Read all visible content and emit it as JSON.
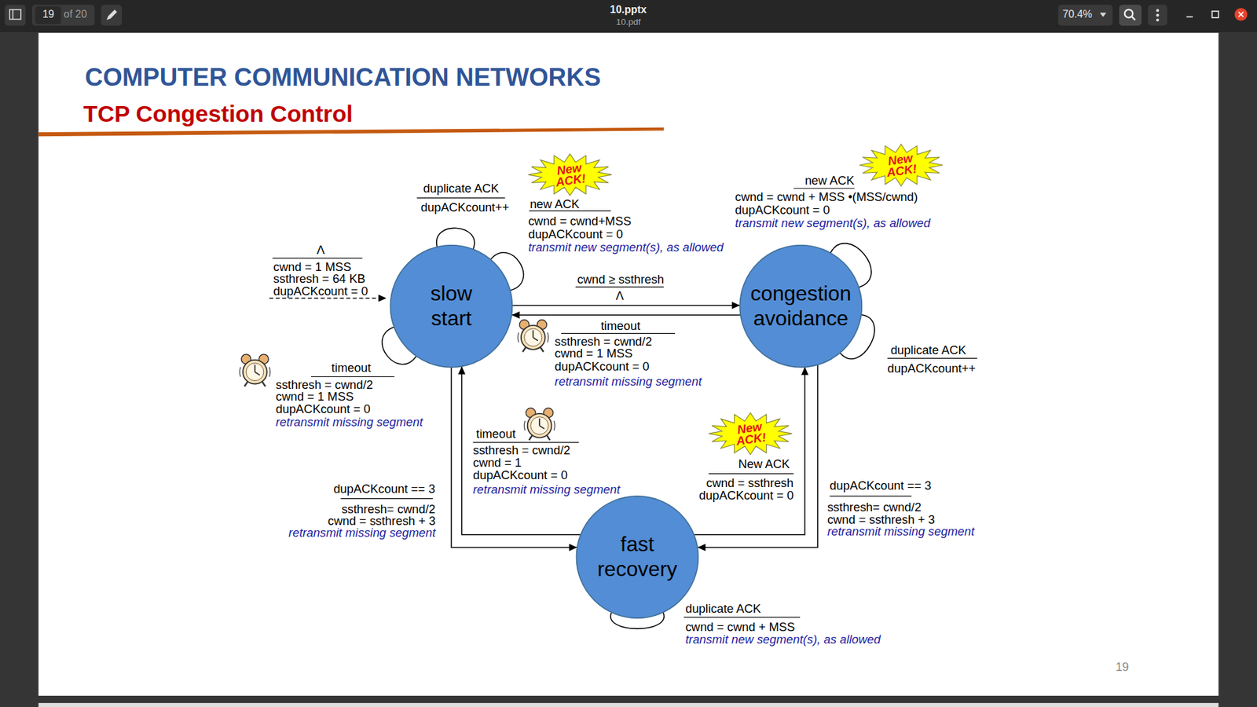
{
  "diagram": {
    "title": "COMPUTER COMMUNICATION NETWORKS",
    "nodes": [
      {
        "text": [
          "slow start"
        ]
      },
      {
        "text": [
          "congestion avoidance"
        ]
      },
      {
        "text": [
          "fast recovery"
        ]
      }
    ],
    "edges": [
      {
        "from": 0,
        "to": 0,
        "arrow": "none",
        "label": "duplicate ACK"
      },
      {
        "from": 0,
        "to": 0,
        "arrow": "none",
        "label": "new ACK"
      },
      {
        "from": 0,
        "to": 0,
        "arrow": "none",
        "label": "timeout"
      },
      {
        "from": 0,
        "to": 1,
        "arrow": "to",
        "label": "cwnd ≥ ssthresh"
      },
      {
        "from": 1,
        "to": 0,
        "arrow": "to",
        "label": "timeout"
      },
      {
        "from": 1,
        "to": 1,
        "arrow": "none",
        "label": "new ACK"
      },
      {
        "from": 1,
        "to": 1,
        "arrow": "none",
        "label": "duplicate ACK"
      },
      {
        "from": 0,
        "to": 2,
        "arrow": "to",
        "label": "dupACKcount == 3"
      },
      {
        "from": 2,
        "to": 0,
        "arrow": "to",
        "label": "timeout"
      },
      {
        "from": 2,
        "to": 1,
        "arrow": "to",
        "label": "New ACK"
      },
      {
        "from": 1,
        "to": 2,
        "arrow": "to",
        "label": "dupACKcount == 3"
      },
      {
        "from": 2,
        "to": 2,
        "arrow": "none",
        "label": "duplicate ACK"
      }
    ],
    "labels": [
      "19",
      "of 20",
      "10.pptx",
      "10.pdf",
      "70.4%",
      "TCP Congestion Control",
      "Λ",
      "cwnd = 1 MSS",
      "ssthresh = 64 KB",
      "dupACKcount = 0",
      "New ACK!",
      "dupACKcount++",
      "cwnd = cwnd+MSS",
      "dupACKcount = 0",
      "transmit new segment(s), as allowed",
      "Λ",
      "ssthresh = cwnd/2",
      "cwnd = 1 MSS",
      "dupACKcount = 0",
      "retransmit missing segment",
      "ssthresh = cwnd/2",
      "cwnd = 1 MSS",
      "dupACKcount = 0",
      "retransmit missing segment",
      "New ACK!",
      "cwnd = cwnd + MSS •(MSS/cwnd)",
      "dupACKcount = 0",
      "transmit new segment(s), as allowed",
      "dupACKcount++",
      "ssthresh= cwnd/2",
      "cwnd = ssthresh + 3",
      "retransmit missing segment",
      "ssthresh = cwnd/2",
      "cwnd = 1",
      "dupACKcount = 0",
      "retransmit missing segment",
      "New ACK!",
      "cwnd = ssthresh",
      "dupACKcount = 0",
      "ssthresh= cwnd/2",
      "cwnd = ssthresh + 3",
      "retransmit missing segment",
      "cwnd = cwnd + MSS",
      "transmit new segment(s), as allowed",
      "19"
    ]
  }
}
